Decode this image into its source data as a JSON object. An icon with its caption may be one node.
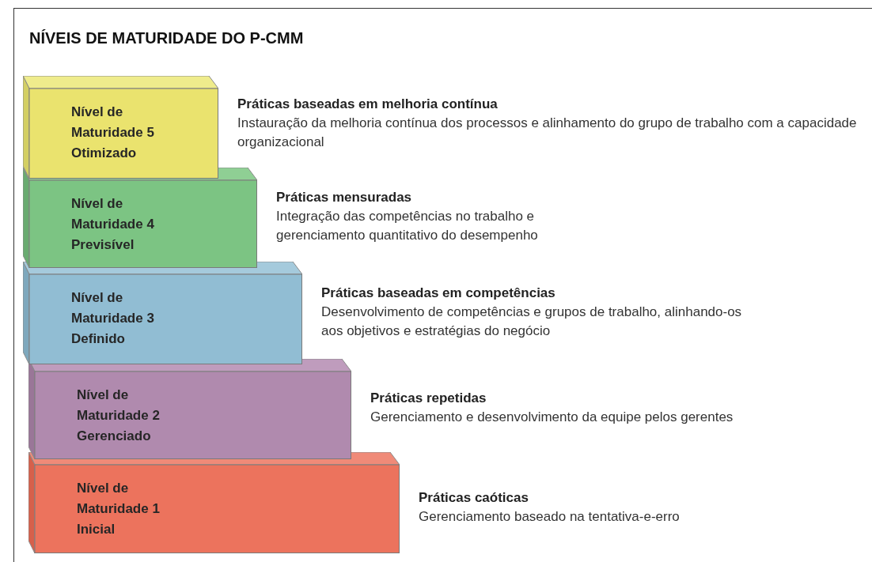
{
  "diagram": {
    "title": "NÍVEIS DE MATURIDADE DO P-CMM",
    "nodes": [
      {
        "text": [
          "Nível de Maturidade 5 Otimizado"
        ],
        "beside": [
          "Práticas baseadas em melhoria contínua",
          "Instauração da melhoria contínua dos processos e alinhamento do grupo de trabalho com a capacidade organizacional"
        ]
      },
      {
        "text": [
          "Nível de Maturidade 4 Previsível"
        ],
        "beside": [
          "Práticas mensuradas",
          "Integração das competências no trabalho e gerenciamento quantitativo do desempenho"
        ]
      },
      {
        "text": [
          "Nível de Maturidade 3 Definido"
        ],
        "beside": [
          "Práticas baseadas em competências",
          "Desenvolvimento de competências e grupos de trabalho, alinhando-os aos objetivos e estratégias do negócio"
        ]
      },
      {
        "text": [
          "Nível de Maturidade 2 Gerenciado"
        ],
        "beside": [
          "Práticas repetidas",
          "Gerenciamento e desenvolvimento da equipe pelos gerentes"
        ]
      },
      {
        "text": [
          "Nível de Maturidade 1 Inicial"
        ],
        "beside": [
          "Práticas caóticas",
          "Gerenciamento baseado na tentativa-e-erro"
        ]
      }
    ]
  }
}
